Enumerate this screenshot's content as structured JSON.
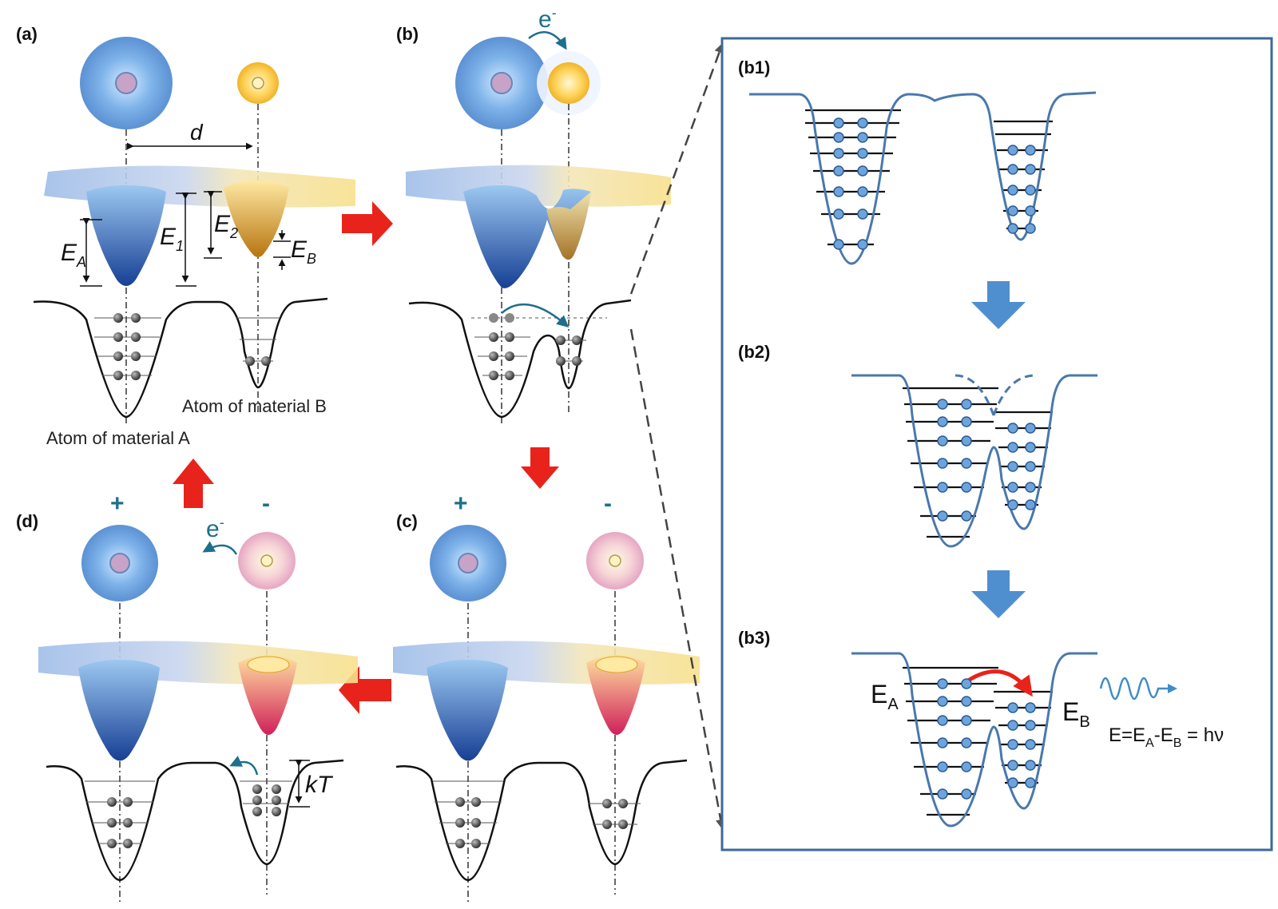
{
  "panels": {
    "a": "(a)",
    "b": "(b)",
    "c": "(c)",
    "d": "(d)",
    "b1": "(b1)",
    "b2": "(b2)",
    "b3": "(b3)"
  },
  "labels": {
    "distance": "d",
    "energy_a": "E",
    "energy_a_sub": "A",
    "energy_1": "E",
    "energy_1_sub": "1",
    "energy_2": "E",
    "energy_2_sub": "2",
    "energy_b": "E",
    "energy_b_sub": "B",
    "atom_a": "Atom of material A",
    "atom_b": "Atom of material B",
    "electron": "e",
    "electron_sup": "-",
    "plus": "+",
    "minus": "-",
    "thermal": "kT"
  },
  "inset": {
    "ea": "E",
    "ea_sub": "A",
    "eb": "E",
    "eb_sub": "B",
    "eq_left": "E=E",
    "eq_sub_a": "A",
    "eq_mid": "-E",
    "eq_sub_b": "B",
    "eq_right": " = hν"
  },
  "colors": {
    "arrow_red": "#e8231b",
    "arrow_blue": "#4f8fd0",
    "well_blue": "#1f4fa8",
    "well_yellow": "#c98a1a",
    "curve_blue": "#4a78ad",
    "frame": "#3d6a96"
  }
}
